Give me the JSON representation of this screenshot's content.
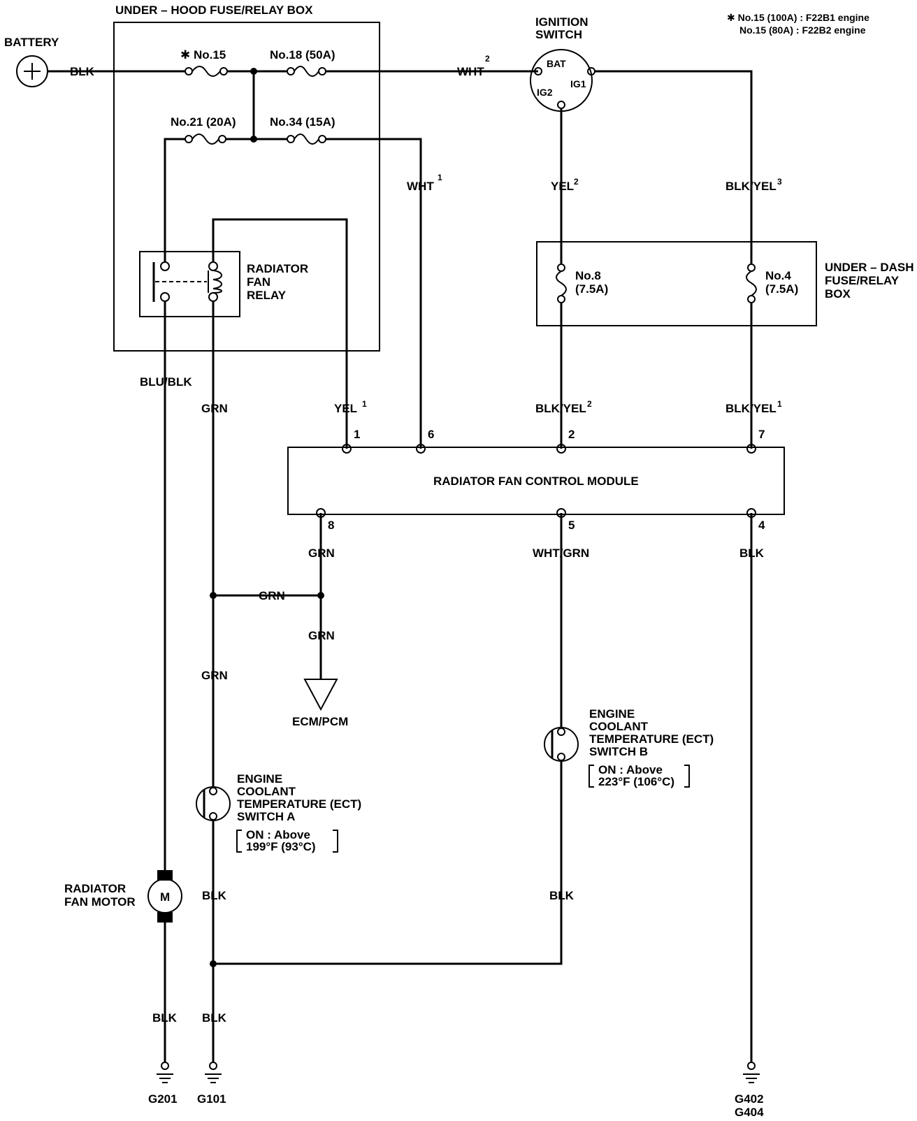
{
  "labels": {
    "battery": "BATTERY",
    "underhood_box": "UNDER – HOOD FUSE/RELAY BOX",
    "fuse15": "✱ No.15",
    "fuse18": "No.18 (50A)",
    "fuse21": "No.21 (20A)",
    "fuse34": "No.34 (15A)",
    "relay_l1": "RADIATOR",
    "relay_l2": "FAN",
    "relay_l3": "RELAY",
    "ign_l1": "IGNITION",
    "ign_l2": "SWITCH",
    "bat": "BAT",
    "ig1": "IG1",
    "ig2": "IG2",
    "note1": "✱  No.15 (100A) : F22B1 engine",
    "note2": "No.15 (80A)   : F22B2 engine",
    "underdash_l1": "UNDER – DASH",
    "underdash_l2": "FUSE/RELAY",
    "underdash_l3": "BOX",
    "fuse8_l1": "No.8",
    "fuse8_l2": "(7.5A)",
    "fuse4_l1": "No.4",
    "fuse4_l2": "(7.5A)",
    "module": "RADIATOR FAN CONTROL MODULE",
    "ecm": "ECM/PCM",
    "ecta_l1": "ENGINE",
    "ecta_l2": "COOLANT",
    "ecta_l3": "TEMPERATURE (ECT)",
    "ecta_l4": "SWITCH A",
    "ecta_on1": "ON : Above",
    "ecta_on2": "199°F (93°C)",
    "ectb_l1": "ENGINE",
    "ectb_l2": "COOLANT",
    "ectb_l3": "TEMPERATURE (ECT)",
    "ectb_l4": "SWITCH B",
    "ectb_on1": "ON : Above",
    "ectb_on2": "223°F (106°C)",
    "motor_l1": "RADIATOR",
    "motor_l2": "FAN MOTOR",
    "motor_m": "M",
    "g201": "G201",
    "g101": "G101",
    "g402": "G402",
    "g404": "G404"
  },
  "wires": {
    "blk_battery": "BLK",
    "wht_top": "WHT",
    "wht_top_sup": "2",
    "wht_mid": "WHT",
    "wht_mid_sup": "1",
    "yel_ig2": "YEL",
    "yel_ig2_sup": "2",
    "blkyel_ig1": "BLK/YEL",
    "blkyel_ig1_sup": "3",
    "blublk": "BLU/BLK",
    "grn_relay": "GRN",
    "yel_pin1": "YEL",
    "yel_pin1_sup": "1",
    "blkyel_pin2": "BLK/YEL",
    "blkyel_pin2_sup": "2",
    "blkyel_pin7": "BLK/YEL",
    "blkyel_pin7_sup": "1",
    "grn_pin8": "GRN",
    "whtgrn_pin5": "WHT/GRN",
    "blk_pin4": "BLK",
    "grn_junction": "GRN",
    "grn_ecm": "GRN",
    "grn_left": "GRN",
    "blk_swa": "BLK",
    "blk_swb": "BLK",
    "blk_motor": "BLK",
    "blk_g101": "BLK"
  },
  "pins": {
    "p1": "1",
    "p6": "6",
    "p2": "2",
    "p7": "7",
    "p8": "8",
    "p5": "5",
    "p4": "4"
  }
}
